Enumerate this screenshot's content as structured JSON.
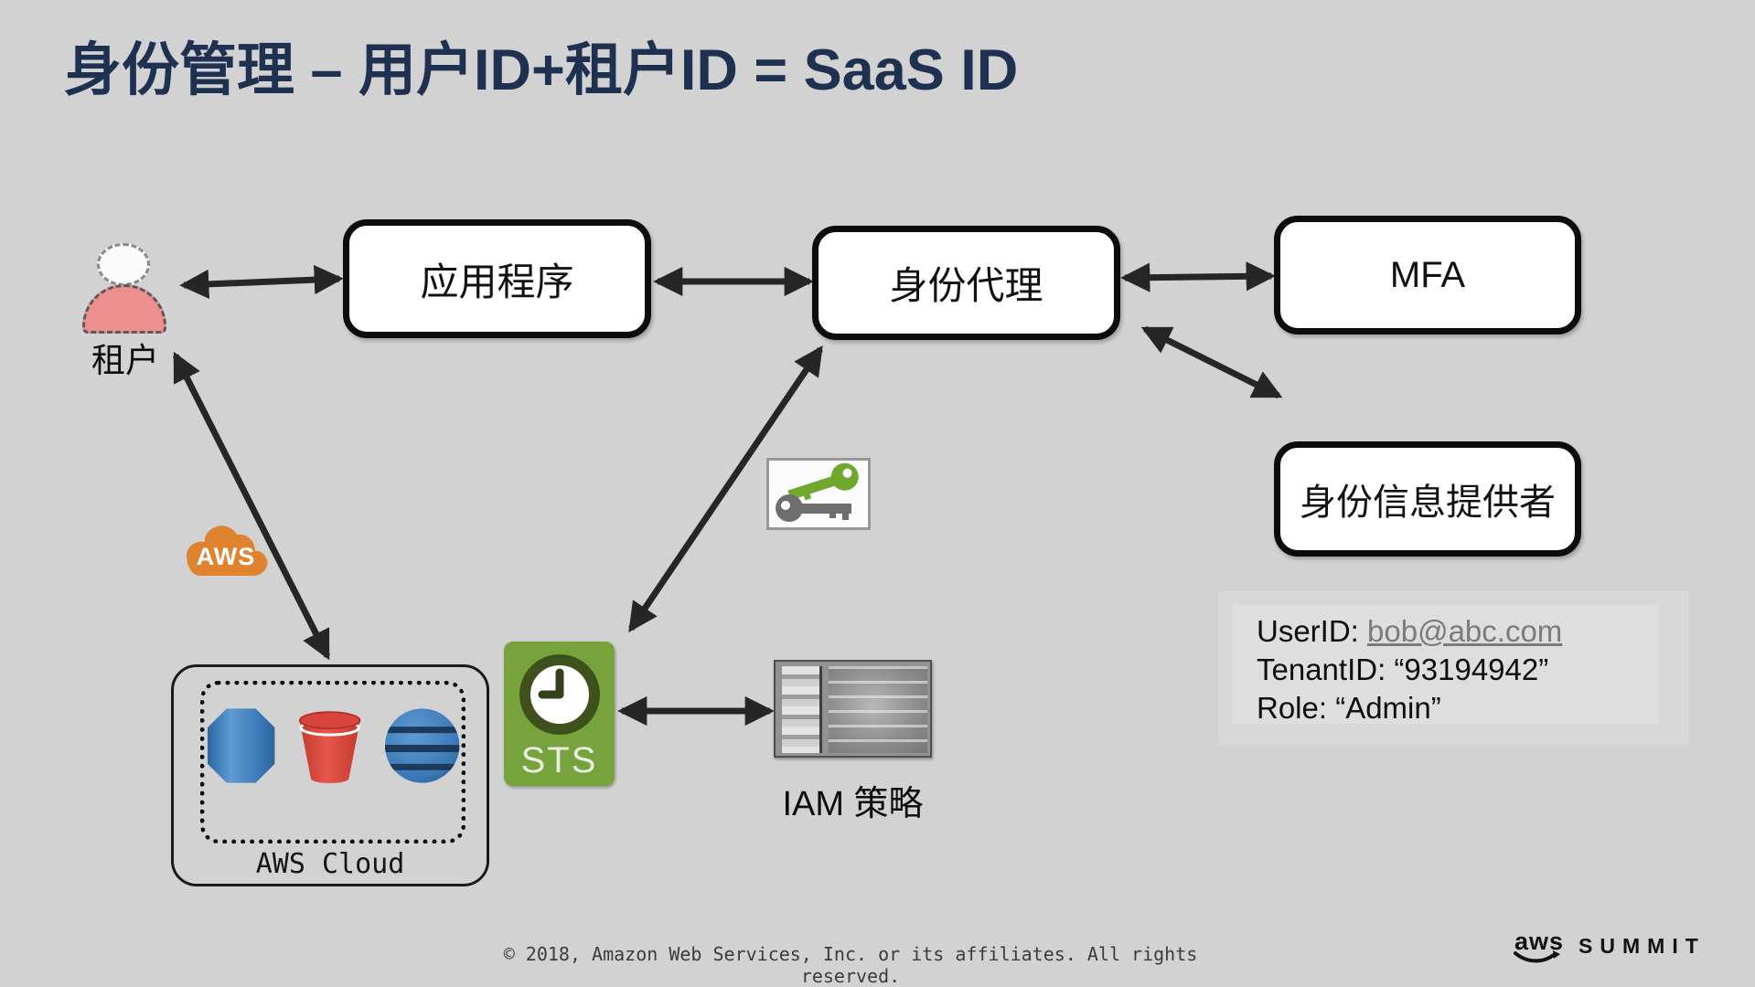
{
  "title": "身份管理 – 用户ID+租户ID = SaaS ID",
  "colors": {
    "background": "#d2d2d2",
    "title": "#1e3150",
    "arrow": "#262626",
    "box_border": "#0c0c0c",
    "box_fill": "#ffffff",
    "person_body": "#ee8f8f",
    "aws_cloud_badge": "#e0832f",
    "sts_green": "#76a33c",
    "key_green": "#6fa82d",
    "key_gray": "#6e6e6e",
    "db_blue": "#3f7fc1",
    "bucket_red": "#d9453c"
  },
  "nodes": {
    "tenant": {
      "label": "租户"
    },
    "application": {
      "label": "应用程序"
    },
    "identity_broker": {
      "label": "身份代理"
    },
    "mfa": {
      "label": "MFA"
    },
    "identity_provider": {
      "label": "身份信息提供者"
    },
    "aws_badge": {
      "label": "AWS"
    },
    "aws_cloud_group": {
      "label": "AWS Cloud"
    },
    "sts": {
      "label": "STS"
    },
    "iam_policy": {
      "label": "IAM 策略"
    }
  },
  "identity_card": {
    "user_id_label": "UserID: ",
    "user_id_value": "bob@abc.com",
    "tenant_id_line": "TenantID: “93194942”",
    "role_line": "Role: “Admin”"
  },
  "footer": {
    "copyright": "© 2018, Amazon Web Services, Inc. or its affiliates. All rights reserved.",
    "logo_aws": "aws",
    "logo_summit": "SUMMIT"
  }
}
